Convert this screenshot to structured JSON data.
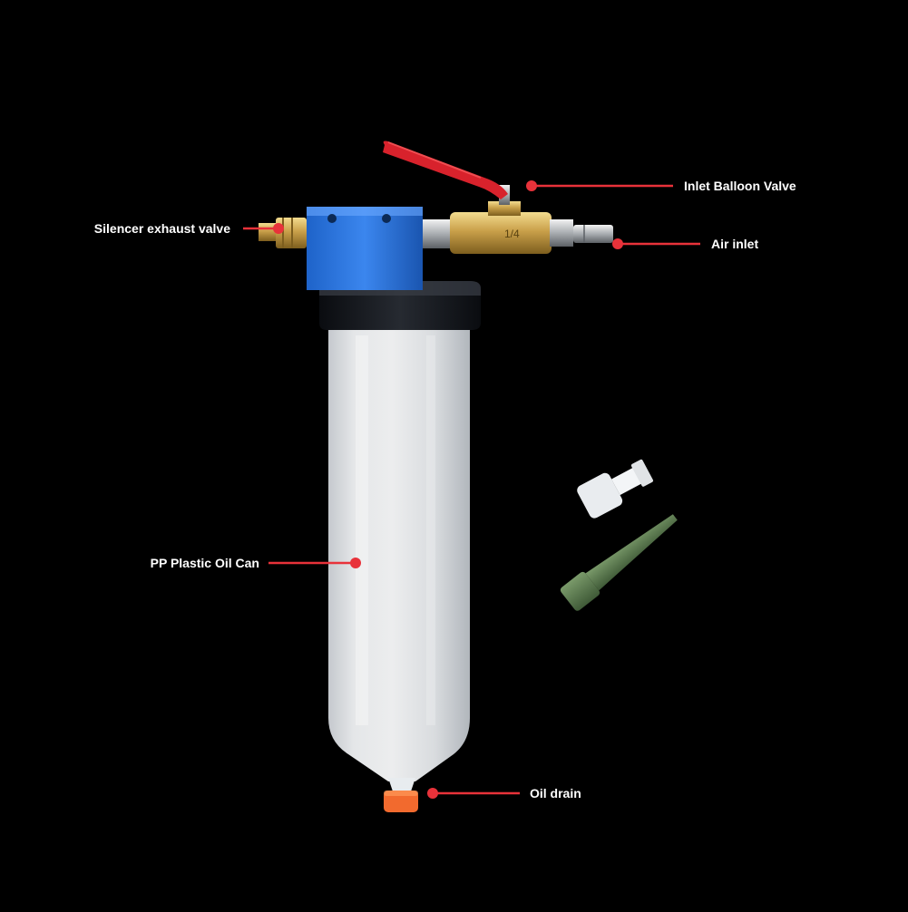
{
  "product_photo": {
    "background_color": "#000000",
    "accent_color": "#e8323a",
    "callouts": {
      "inlet_balloon_valve": "Inlet Balloon Valve",
      "silencer_exhaust_valve": "Silencer exhaust valve",
      "air_inlet": "Air inlet",
      "pp_plastic_oil_can": "PP Plastic Oil Can",
      "oil_drain": "Oil drain"
    },
    "valve_marking": "1/4"
  }
}
